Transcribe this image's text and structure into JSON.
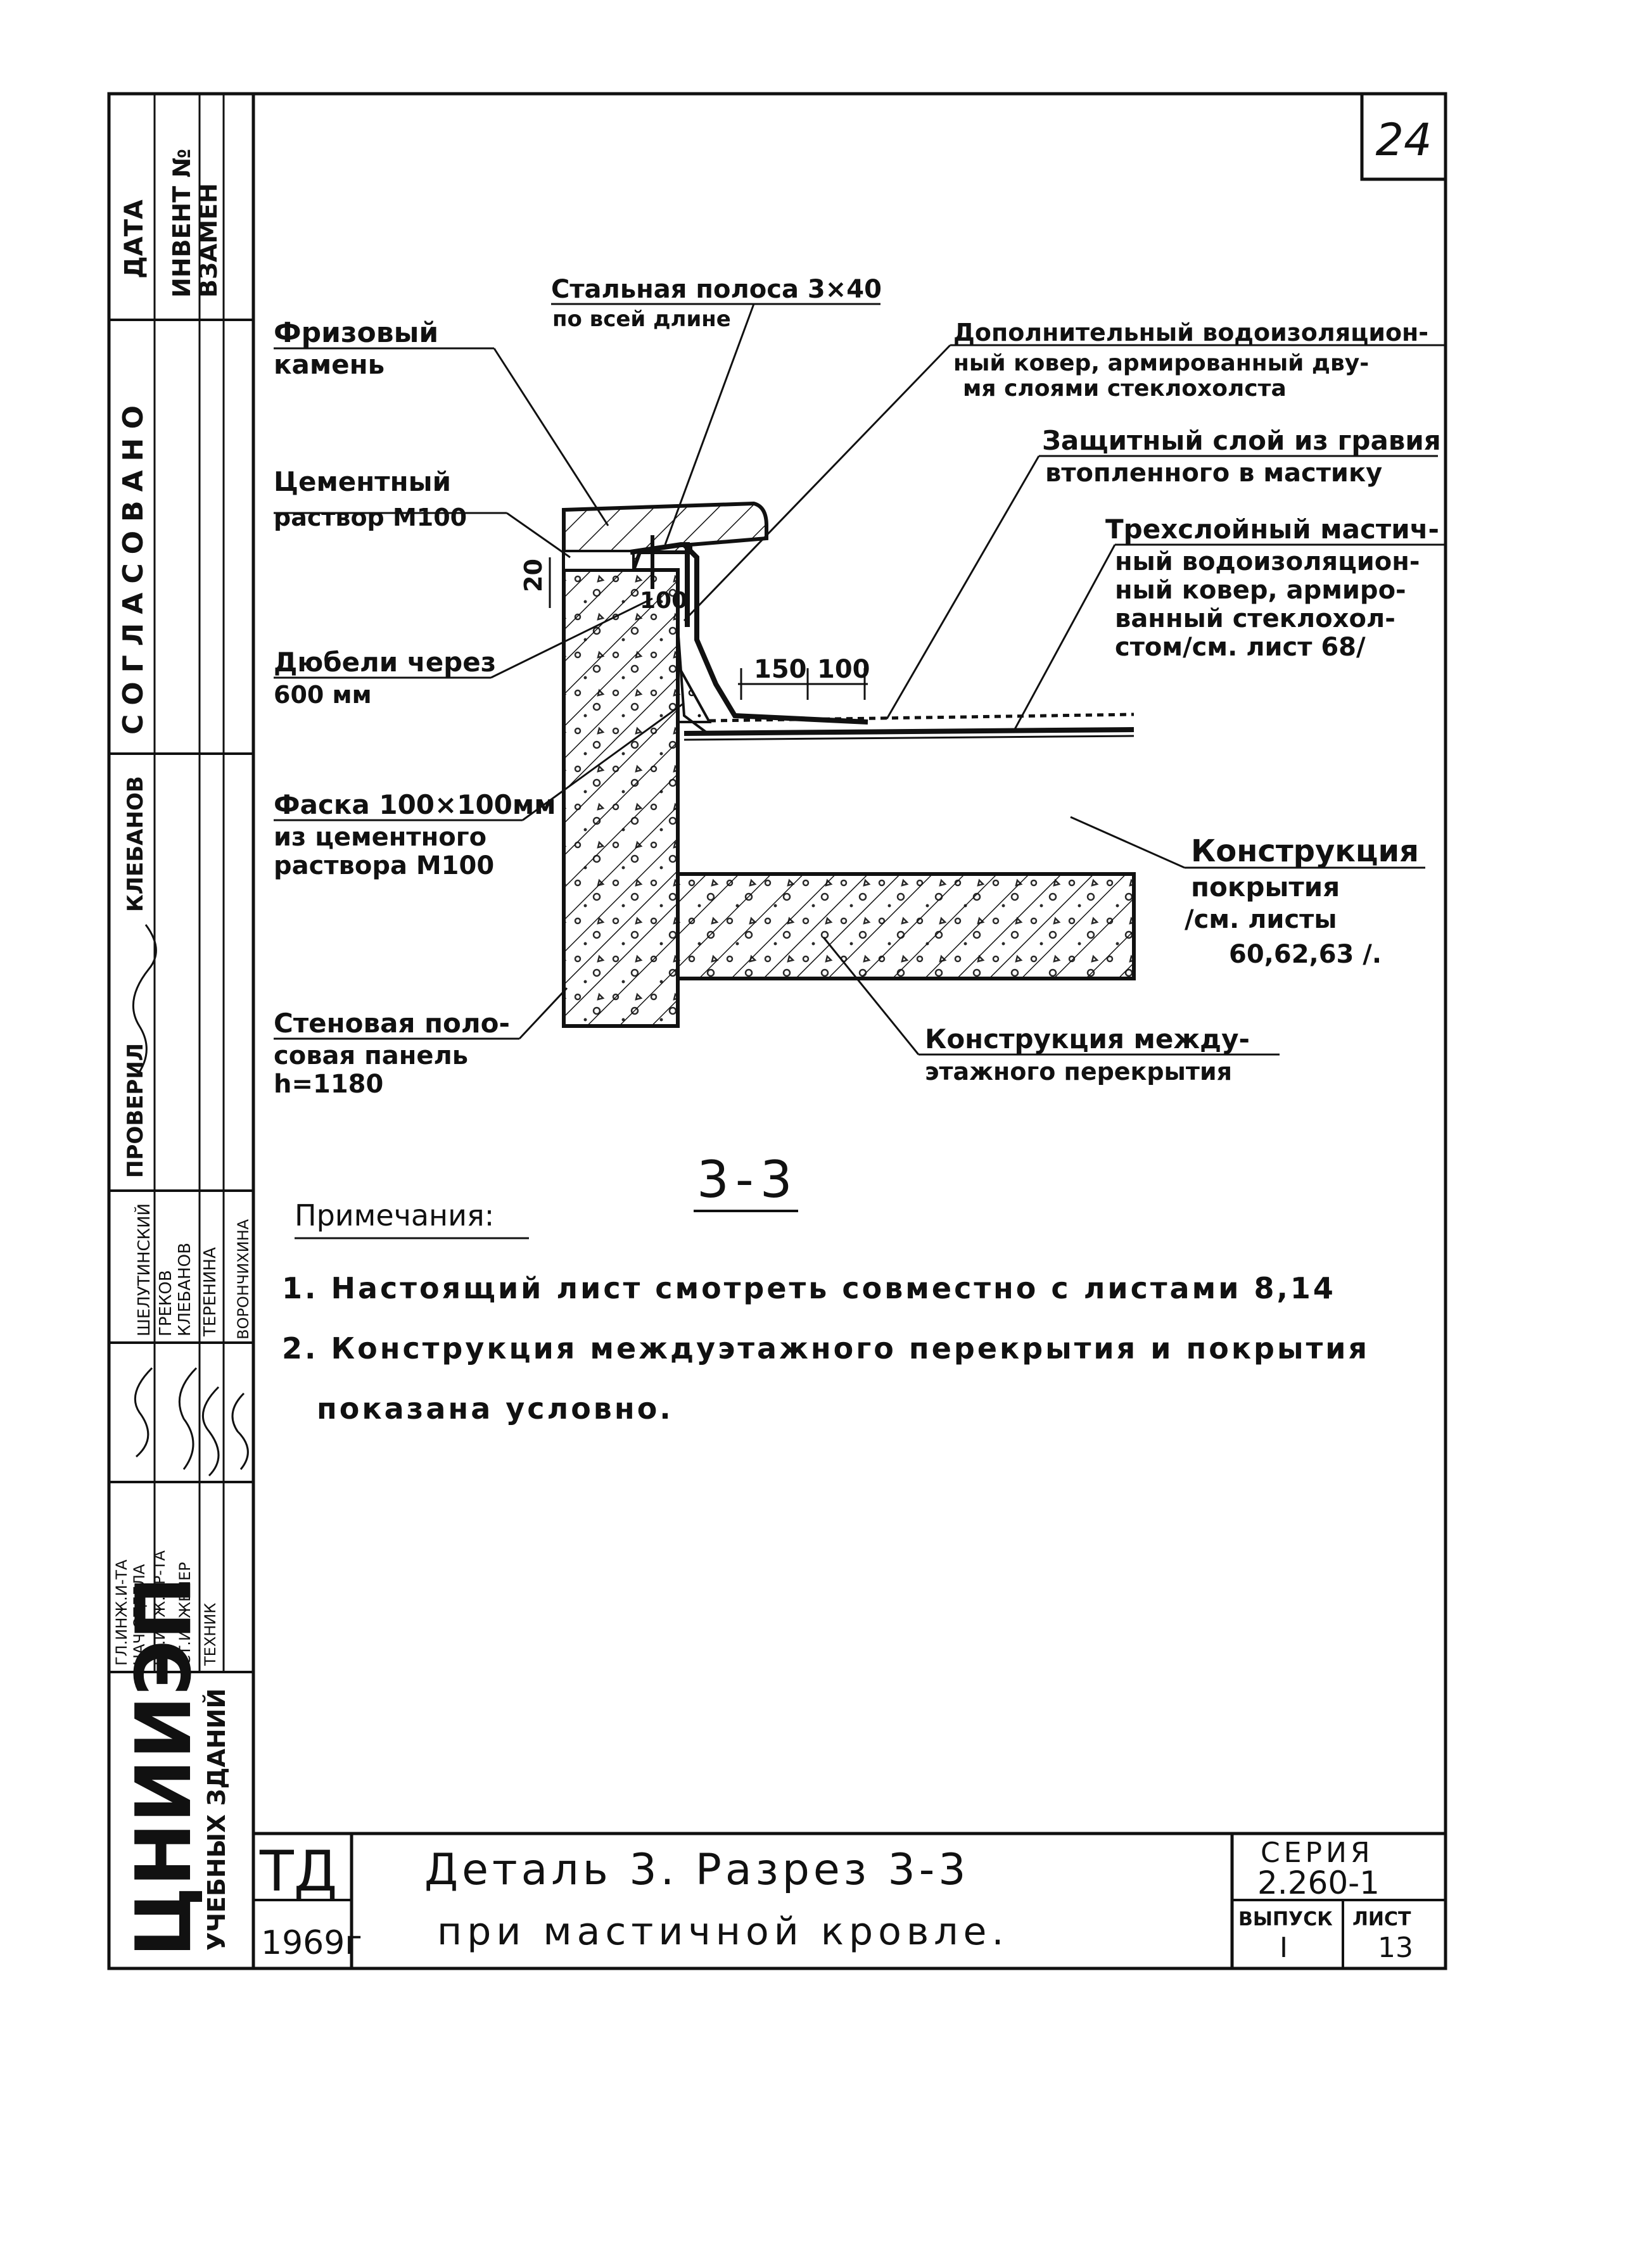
{
  "sheet": {
    "number": "24",
    "section_label": "3-3",
    "scale_colors": {
      "ink": "#111111",
      "paper": "#ffffff"
    }
  },
  "side_stamp": {
    "top_block": [
      "ДАТА",
      "ИНВЕНТ №",
      "ВЗАМЕН"
    ],
    "soglasovano": "СОГЛАСОВАНО",
    "verticals": [
      "КЛЕБАНОВ",
      "ПРОВЕРИЛ",
      "ШЕЛУТИНСКИЙ",
      "ГРЕКОВ",
      "КЛЕБАНОВ",
      "ТЕРЕНИНА",
      "ВОРОНЧИХИНА"
    ],
    "roles": [
      "ГЛ.ИНЖ.И-ТА",
      "НАЧ.ОТДЕЛА",
      "ГЛ.ИНЖ.ПР-ТА",
      "СТ.ИНЖЕНЕР",
      "ТЕХНИК"
    ],
    "org": "ЦНИИЭП",
    "org_sub": "УЧЕБНЫХ ЗДАНИЙ"
  },
  "labels": {
    "steel_strip_1": "Стальная полоса 3×40",
    "steel_strip_2": "по всей длине",
    "frieze_1": "Фризовый",
    "frieze_2": "камень",
    "extra_1": "Дополнительный водоизоляцион-",
    "extra_2": "ный ковер, армированный дву-",
    "extra_3": "мя слоями стеклохолста",
    "gravel_1": "Защитный слой из гравия",
    "gravel_2": "втопленного в мастику",
    "cement_1": "Цементный",
    "cement_2": "раствор М100",
    "three_1": "Трехслойный мастич-",
    "three_2": "ный водоизоляцион-",
    "three_3": "ный ковер, армиро-",
    "three_4": "ванный стеклохол-",
    "three_5": "стом/см. лист 68/",
    "dowels_1": "Дюбели через",
    "dowels_2": "600 мм",
    "chamfer_1": "Фаска 100×100мм",
    "chamfer_2": "из цементного",
    "chamfer_3": "раствора М100",
    "roof_1": "Конструкция",
    "roof_2": "покрытия",
    "roof_3": "/см. листы",
    "roof_4": "60,62,63 /.",
    "panel_1": "Стеновая поло-",
    "panel_2": "совая панель",
    "panel_3": "h=1180",
    "floor_1": "Конструкция между-",
    "floor_2": "этажного перекрытия"
  },
  "dimensions": {
    "d20": "20",
    "d100": "100",
    "d150": "150",
    "d100b": "100"
  },
  "notes": {
    "heading": "Примечания:",
    "n1": "1. Настоящий лист смотреть совместно с листами 8,14",
    "n2a": "2. Конструкция междуэтажного перекрытия и покрытия",
    "n2b": "показана условно."
  },
  "title_block": {
    "td": "ТД",
    "year": "1969г",
    "title_1": "Деталь 3. Разрез 3-3",
    "title_2": "при мастичной кровле.",
    "series_label": "СЕРИЯ",
    "series_value": "2.260-1",
    "issue_label": "ВЫПУСК",
    "issue_value": "I",
    "sheet_label": "ЛИСТ",
    "sheet_value": "13"
  }
}
